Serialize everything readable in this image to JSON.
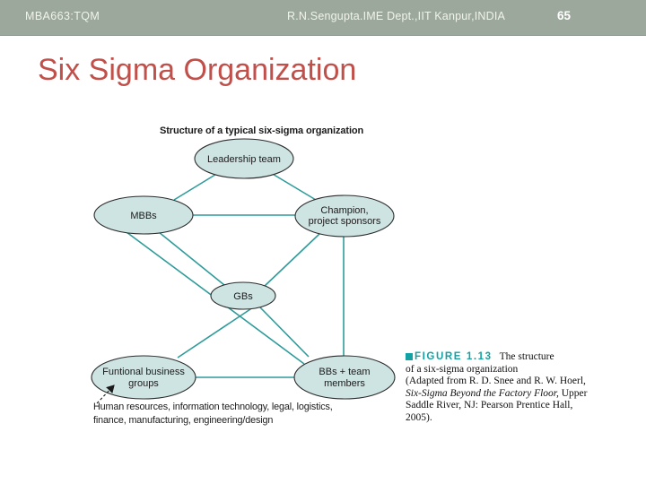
{
  "header": {
    "course": "MBA663:TQM",
    "center": "R.N.Sengupta.IME Dept.,IIT Kanpur,INDIA",
    "page_number": "65"
  },
  "title": "Six Sigma Organization",
  "diagram": {
    "heading": "Structure of a typical six-sigma organization",
    "nodes": {
      "leadership": {
        "label": "Leadership team",
        "lines": [
          "Leadership team"
        ]
      },
      "mbbs": {
        "label": "MBBs",
        "lines": [
          "MBBs"
        ]
      },
      "champion": {
        "label": "Champion, project sponsors",
        "lines": [
          "Champion,",
          "project sponsors"
        ]
      },
      "gbs": {
        "label": "GBs",
        "lines": [
          "GBs"
        ]
      },
      "functional": {
        "label": "Funtional business groups",
        "lines": [
          "Funtional business",
          "groups"
        ]
      },
      "bbs": {
        "label": "BBs + team members",
        "lines": [
          "BBs + team",
          "members"
        ]
      }
    },
    "edges": [
      [
        "leadership",
        "mbbs"
      ],
      [
        "leadership",
        "champion"
      ],
      [
        "mbbs",
        "champion"
      ],
      [
        "mbbs",
        "gbs"
      ],
      [
        "champion",
        "gbs"
      ],
      [
        "champion",
        "bbs"
      ],
      [
        "mbbs",
        "bbs"
      ],
      [
        "gbs",
        "functional"
      ],
      [
        "gbs",
        "bbs"
      ],
      [
        "functional",
        "bbs"
      ]
    ],
    "annotation": {
      "line1": "Human resources, information technology, legal, logistics,",
      "line2": "finance, manufacturing, engineering/design"
    }
  },
  "caption": {
    "figure_label": "FIGURE 1.13",
    "line1_rest": "The structure",
    "line2": "of a six-sigma organization",
    "line3": "(Adapted from R. D. Snee and R. W. Hoerl,",
    "line4_italic": "Six-Sigma Beyond the Factory Floor,",
    "line4_rest": " Upper",
    "line5": "Saddle River, NJ: Pearson Prentice Hall,",
    "line6": "2005)."
  },
  "colors": {
    "header_bg": "#9CA89C",
    "header_text": "#F1F3EC",
    "title_color": "#C1504B",
    "edge_teal": "#2E9C9B",
    "node_fill": "#CEE4E3",
    "node_stroke": "#2B2B2B",
    "caption_teal": "#12A2A4"
  }
}
